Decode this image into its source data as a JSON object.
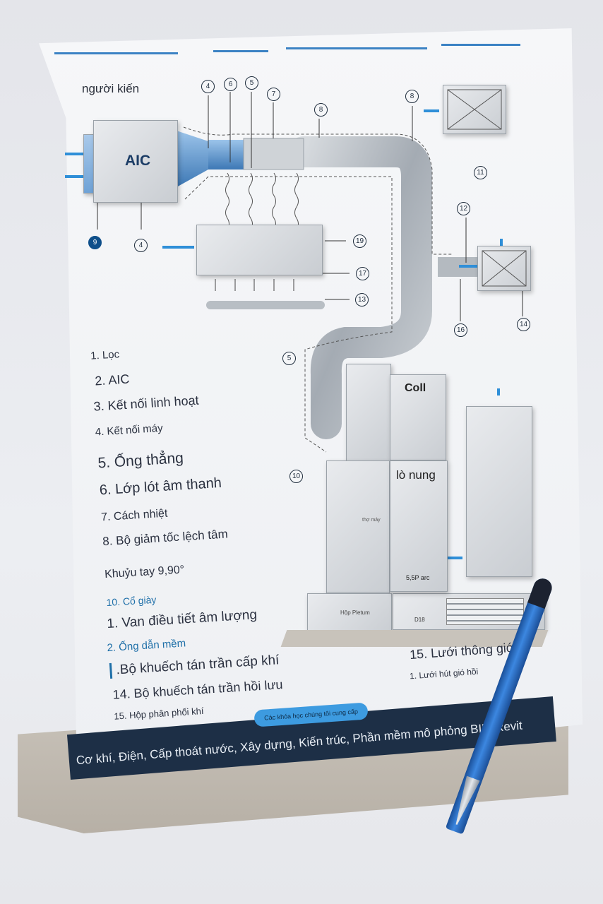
{
  "header": {
    "title": "người kiến"
  },
  "diagram": {
    "aic_label": "AIC",
    "coil_label": "Coll",
    "furnace_label": "lò nung",
    "plenum_label": "Hộp Pletum",
    "d18_label": "D18",
    "capacity_label": "5,5P arc",
    "technician_label": "thợ máy",
    "callouts": [
      "4",
      "6",
      "5",
      "7",
      "8",
      "8",
      "11",
      "9",
      "4",
      "19",
      "17",
      "13",
      "12",
      "16",
      "14",
      "5",
      "10"
    ]
  },
  "legend": [
    "1. Lọc",
    "2. AIC",
    "3. Kết nối linh hoạt",
    "4. Kết nối máy",
    "5. Ống thẳng",
    "6. Lớp lót âm thanh",
    "7. Cách nhiệt",
    "8. Bộ giảm tốc lệch tâm",
    "Khuỷu tay 9,90°",
    "10. Cổ giày",
    "1. Van điều tiết âm lượng",
    "2. Ống dẫn mềm",
    ".Bộ khuếch tán trần cấp khí",
    "14. Bộ khuếch tán trần hồi lưu",
    "15. Hộp phân phối khí"
  ],
  "legend_right": [
    "15. Lưới thông gió",
    "1. Lưới hút gió hồi"
  ],
  "footer": {
    "pill": "Các khóa học chúng tôi cung cấp",
    "courses": "Cơ khí, Điện, Cấp thoát nước, Xây dựng, Kiến trúc, Phần mềm mô phỏng BIM Revit"
  },
  "colors": {
    "accent": "#3b82c4",
    "banner": "#1d2f46",
    "pill": "#3d9be0"
  }
}
